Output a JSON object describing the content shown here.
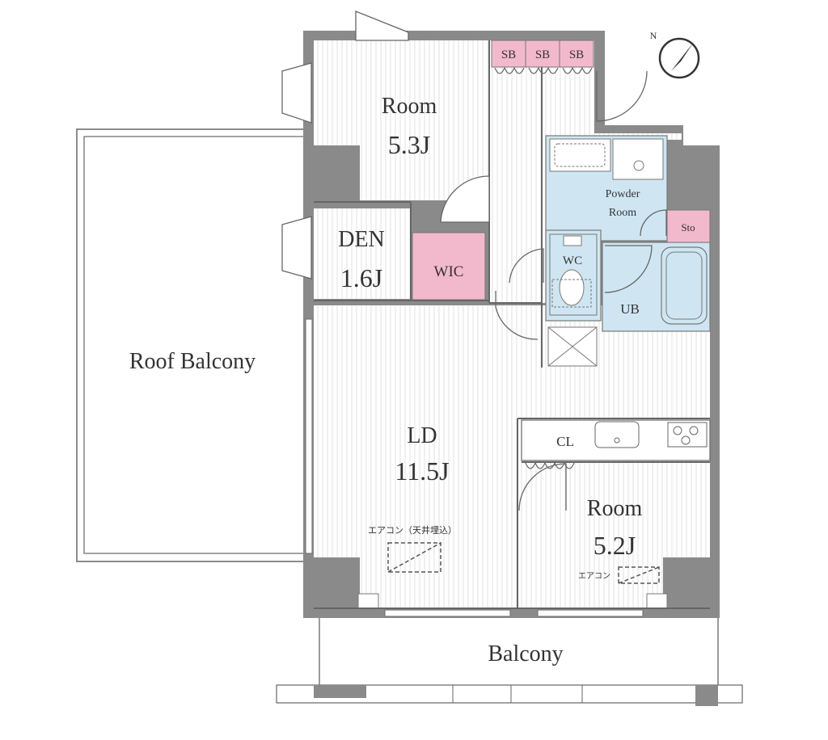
{
  "rooms": {
    "room_north": {
      "name": "Room",
      "size": "5.3J"
    },
    "den": {
      "name": "DEN",
      "size": "1.6J"
    },
    "wic": "WIC",
    "roof_balcony": "Roof Balcony",
    "ld": {
      "name": "LD",
      "size": "11.5J"
    },
    "room_south": {
      "name": "Room",
      "size": "5.2J"
    },
    "balcony": "Balcony",
    "powder_room": {
      "line1": "Powder",
      "line2": "Room"
    },
    "wc": "WC",
    "ub": "UB",
    "sto": "Sto",
    "cl": "CL",
    "sb": [
      "SB",
      "SB",
      "SB"
    ]
  },
  "notes": {
    "aircon_ceiling": "エアコン（天井埋込）",
    "aircon": "エアコン"
  },
  "compass": {
    "label": "N"
  },
  "colors": {
    "wall": "#8a8a8a",
    "floor_stripe": "#e3e3e3",
    "storage_pink": "#f2b9cc",
    "wet_blue": "#cfe6f2",
    "line": "#555555"
  }
}
